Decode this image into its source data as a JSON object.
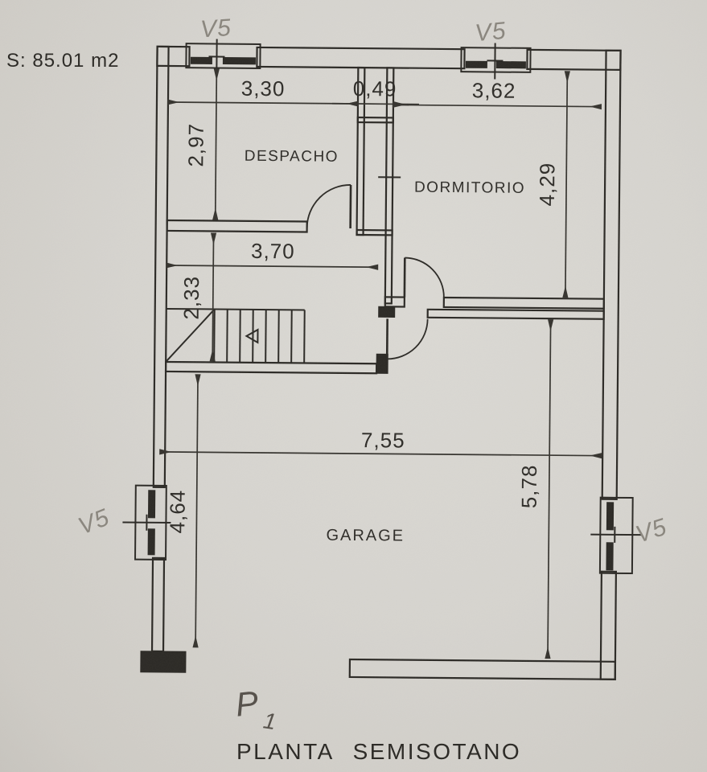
{
  "header": {
    "surface": "S: 85.01 m2"
  },
  "title": "PLANTA SEMISOTANO",
  "plan_mark": {
    "main": "P",
    "sub": "1"
  },
  "rooms": {
    "despacho": "DESPACHO",
    "dormitorio": "DORMITORIO",
    "garage": "GARAGE"
  },
  "dims": {
    "despacho_width": "3,30",
    "shaft_width": "0,49",
    "dormitorio_width": "3,62",
    "despacho_depth": "2,97",
    "dormitorio_depth": "4,29",
    "hall_width": "3,70",
    "hall_depth": "2,33",
    "garage_width": "7,55",
    "garage_depth_left": "4,64",
    "garage_depth_right": "5,78"
  },
  "windows": {
    "top_left": "V5",
    "top_right": "V5",
    "left": "V5",
    "right": "V5"
  },
  "colors": {
    "paper": "#d6d4cf",
    "ink": "#2b2925",
    "pencil": "#8a867e",
    "pencil_dark": "#55504a"
  }
}
